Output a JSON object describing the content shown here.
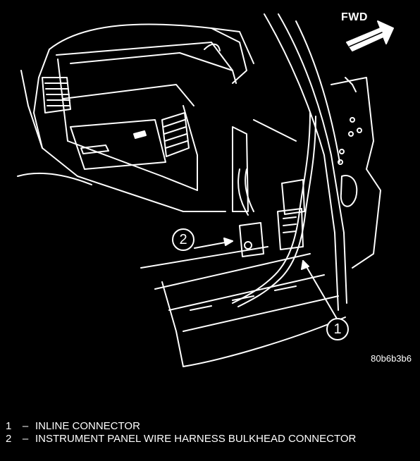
{
  "diagram": {
    "direction_label": "FWD",
    "figure_id": "80b6b3b6",
    "callouts": [
      {
        "number": "1"
      },
      {
        "number": "2"
      }
    ],
    "legend": [
      {
        "number": "1",
        "dash": "–",
        "text": "INLINE CONNECTOR"
      },
      {
        "number": "2",
        "dash": "–",
        "text": "INSTRUMENT PANEL WIRE HARNESS BULKHEAD CONNECTOR"
      }
    ]
  },
  "colors": {
    "background": "#000000",
    "lines": "#ffffff"
  }
}
